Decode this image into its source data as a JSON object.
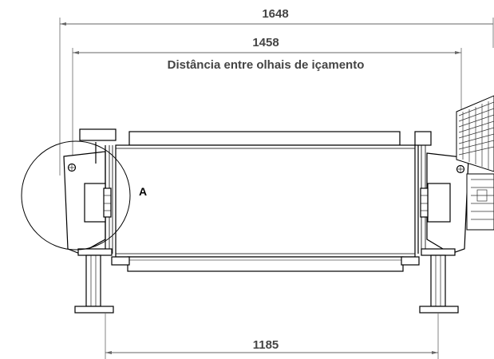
{
  "dimensions": {
    "overall_width": "1648",
    "lifting_eye_distance": "1458",
    "lifting_eye_caption": "Distância entre olhais de içamento",
    "support_distance": "1185"
  },
  "detail_callout": {
    "label": "A"
  },
  "colors": {
    "line": "#000000",
    "dimension": "#555555",
    "hatch": "#333333"
  }
}
